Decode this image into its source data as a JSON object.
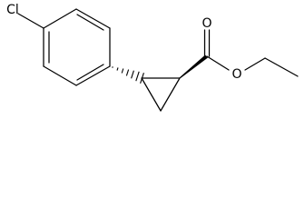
{
  "structure": {
    "atoms": {
      "chlorine": "Cl",
      "carbonyl_oxygen": "O",
      "ester_oxygen": "O"
    }
  }
}
